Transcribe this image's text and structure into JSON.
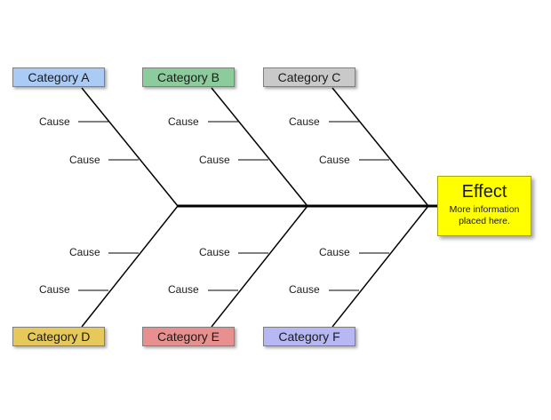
{
  "categories": [
    {
      "label": "Category A",
      "color": "#a9cbf6"
    },
    {
      "label": "Category B",
      "color": "#8ccc9c"
    },
    {
      "label": "Category C",
      "color": "#c9c9c9"
    },
    {
      "label": "Category D",
      "color": "#e6c95a"
    },
    {
      "label": "Category E",
      "color": "#e89090"
    },
    {
      "label": "Category F",
      "color": "#b7b7f4"
    }
  ],
  "cause_label": "Cause",
  "effect": {
    "title": "Effect",
    "info": "More information placed here.",
    "color": "#ffff00"
  }
}
